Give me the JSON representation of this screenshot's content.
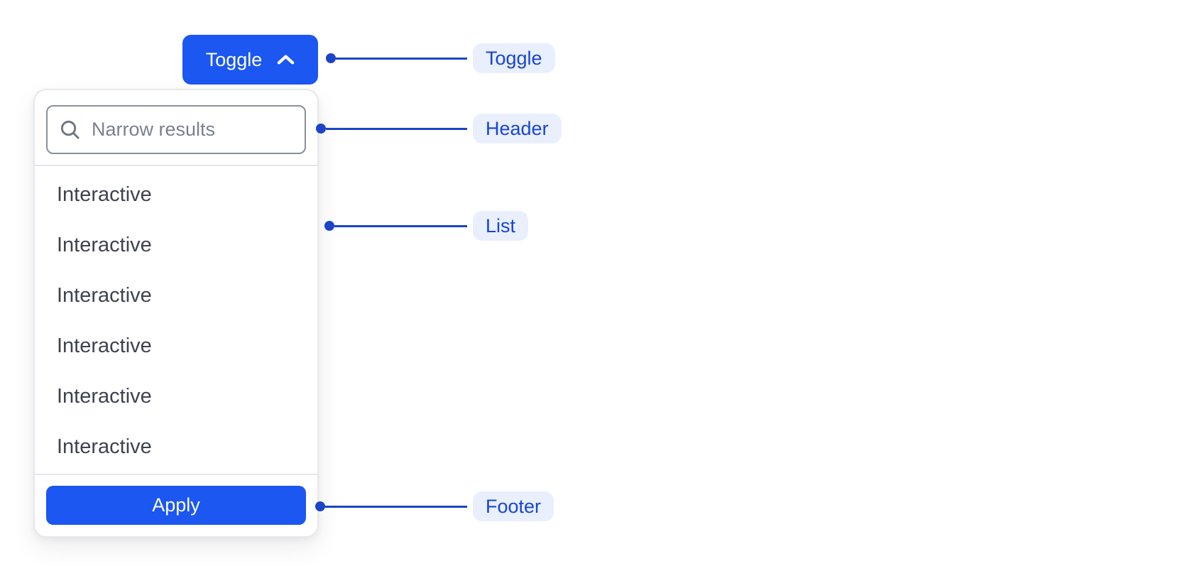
{
  "toggle_button": {
    "label": "Toggle",
    "icon": "chevron-up-icon"
  },
  "dropdown": {
    "search": {
      "icon": "search-icon",
      "placeholder": "Narrow results"
    },
    "items": [
      "Interactive",
      "Interactive",
      "Interactive",
      "Interactive",
      "Interactive",
      "Interactive"
    ],
    "footer": {
      "apply_label": "Apply"
    }
  },
  "annotations": [
    {
      "label": "Toggle"
    },
    {
      "label": "Header"
    },
    {
      "label": "List"
    },
    {
      "label": "Footer"
    }
  ],
  "colors": {
    "accent": "#1b57f0",
    "accent_text": "#ffffff",
    "annotation_line": "#1b44c8",
    "annotation_text": "#1745d4",
    "annotation_bg": "#e9effc",
    "panel_bg": "#ffffff",
    "panel_border": "#e7e8ec",
    "divider": "#e6e7eb",
    "input_border": "#8a8f9b",
    "item_text": "#3d4350",
    "placeholder_text": "#79808f",
    "search_icon": "#6f7683"
  }
}
